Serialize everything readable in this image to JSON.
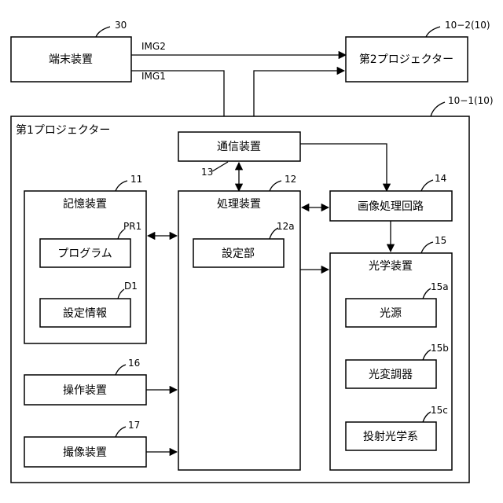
{
  "terminal": {
    "label": "端末装置",
    "ref": "30"
  },
  "proj2": {
    "label": "第2プロジェクター",
    "ref": "10−2(10)"
  },
  "signals": {
    "img2": "IMG2",
    "img1": "IMG1"
  },
  "proj1": {
    "label": "第1プロジェクター",
    "ref": "10−1(10)",
    "comm": {
      "label": "通信装置",
      "ref": "13"
    },
    "storage": {
      "label": "記憶装置",
      "ref": "11",
      "program": {
        "label": "プログラム",
        "ref": "PR1"
      },
      "settings": {
        "label": "設定情報",
        "ref": "D1"
      }
    },
    "processor": {
      "label": "処理装置",
      "ref": "12",
      "setting_unit": {
        "label": "設定部",
        "ref": "12a"
      }
    },
    "image_proc": {
      "label": "画像処理回路",
      "ref": "14"
    },
    "optics": {
      "label": "光学装置",
      "ref": "15",
      "light_source": {
        "label": "光源",
        "ref": "15a"
      },
      "modulator": {
        "label": "光変調器",
        "ref": "15b"
      },
      "projection": {
        "label": "投射光学系",
        "ref": "15c"
      }
    },
    "operation": {
      "label": "操作装置",
      "ref": "16"
    },
    "camera": {
      "label": "撮像装置",
      "ref": "17"
    }
  }
}
